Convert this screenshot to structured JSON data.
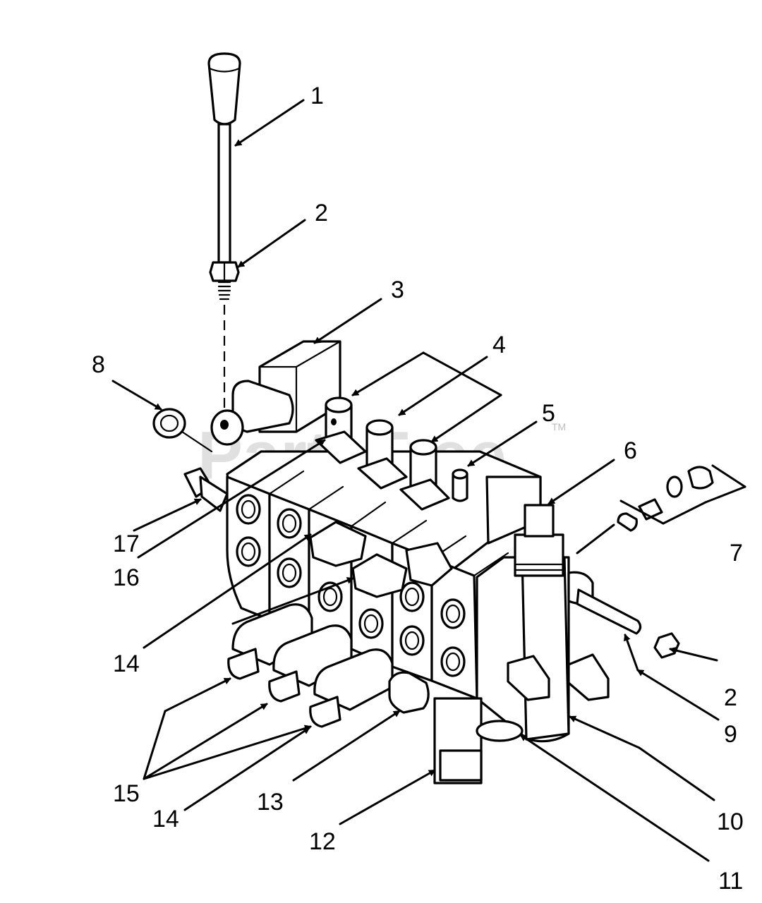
{
  "watermark": {
    "text": "PartsTree",
    "mark": "TM"
  },
  "callouts": {
    "c1": "1",
    "c2a": "2",
    "c3": "3",
    "c4": "4",
    "c5": "5",
    "c6": "6",
    "c7": "7",
    "c8": "8",
    "c2b": "2",
    "c9": "9",
    "c10": "10",
    "c11": "11",
    "c12": "12",
    "c13": "13",
    "c14a": "14",
    "c14b": "14",
    "c15": "15",
    "c16": "16",
    "c17": "17"
  }
}
